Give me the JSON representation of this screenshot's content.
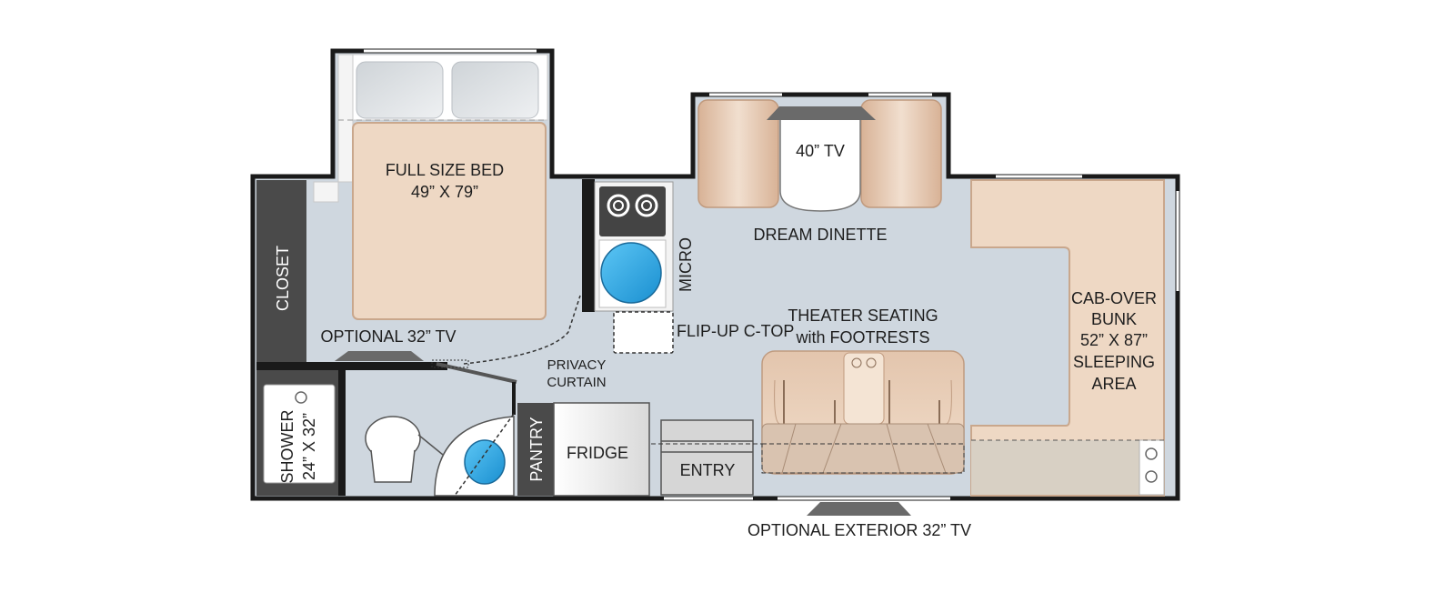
{
  "labels": {
    "bed_line1": "FULL SIZE BED",
    "bed_line2": "49” X 79”",
    "tv_inside": "40” TV",
    "dinette": "DREAM DINETTE",
    "micro": "MICRO",
    "closet": "CLOSET",
    "optional_tv": "OPTIONAL 32” TV",
    "flip_up": "FLIP-UP C-TOP",
    "theater_line1": "THEATER SEATING",
    "theater_line2": "with FOOTRESTS",
    "bunk_line1": "CAB-OVER",
    "bunk_line2": "BUNK",
    "bunk_line3": "52” X 87”",
    "bunk_line4": "SLEEPING",
    "bunk_line5": "AREA",
    "privacy_line1": "PRIVACY",
    "privacy_line2": "CURTAIN",
    "shower_line1": "SHOWER",
    "shower_line2": "24” X 32”",
    "pantry": "PANTRY",
    "fridge": "FRIDGE",
    "entry": "ENTRY",
    "exterior_tv": "OPTIONAL EXTERIOR 32” TV"
  },
  "colors": {
    "floor": "#cfd7df",
    "wall": "#1a1a1a",
    "cushion": "#eed8c4",
    "cushion_dark": "#d9b79d",
    "closet": "#4a4a4a",
    "sink": "#2aa3e0",
    "tv": "#6a6a6a",
    "bunk_base": "#d8d0c4"
  }
}
